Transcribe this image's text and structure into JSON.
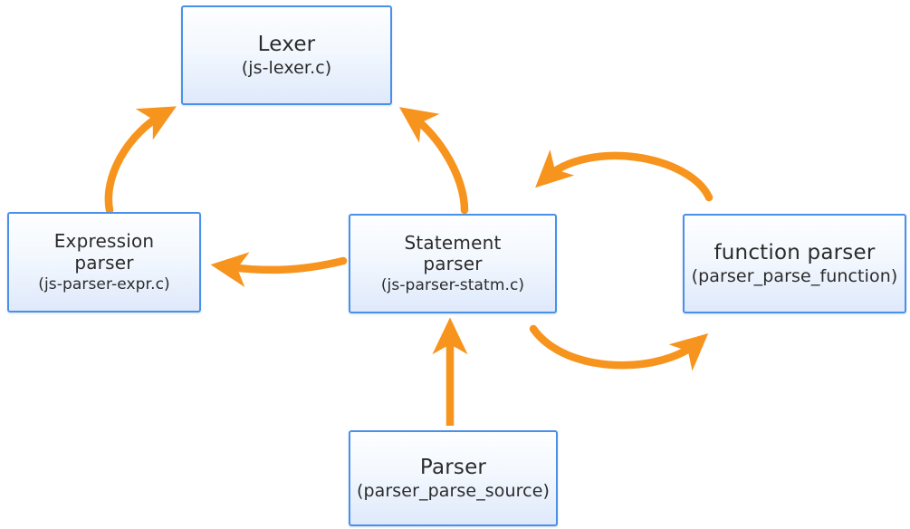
{
  "diagram": {
    "title": "JS parser architecture flow diagram",
    "accent_color": "#F7941E",
    "node_border_color": "#4a90e8",
    "node_fill_top": "#fdfeff",
    "node_fill_bottom": "#dfe9fb",
    "background": "#ffffff"
  },
  "nodes": {
    "lexer": {
      "title": "Lexer",
      "sub": "(js-lexer.c)"
    },
    "expression": {
      "title": "Expression\nparser",
      "sub": "(js-parser-expr.c)"
    },
    "statement": {
      "title": "Statement\nparser",
      "sub": "(js-parser-statm.c)"
    },
    "function": {
      "title": "function parser",
      "sub": "(parser_parse_function)"
    },
    "parser": {
      "title": "Parser",
      "sub": "(parser_parse_source)"
    }
  },
  "edges": [
    {
      "name": "expression-to-lexer",
      "from": "expression",
      "to": "lexer",
      "style": "curved"
    },
    {
      "name": "statement-to-lexer",
      "from": "statement",
      "to": "lexer",
      "style": "curved"
    },
    {
      "name": "statement-to-expression",
      "from": "statement",
      "to": "expression",
      "style": "curved"
    },
    {
      "name": "function-to-statement",
      "from": "function",
      "to": "statement",
      "style": "arc-top"
    },
    {
      "name": "statement-to-function",
      "from": "statement",
      "to": "function",
      "style": "arc-bottom"
    },
    {
      "name": "parser-to-statement",
      "from": "parser",
      "to": "statement",
      "style": "straight"
    }
  ]
}
